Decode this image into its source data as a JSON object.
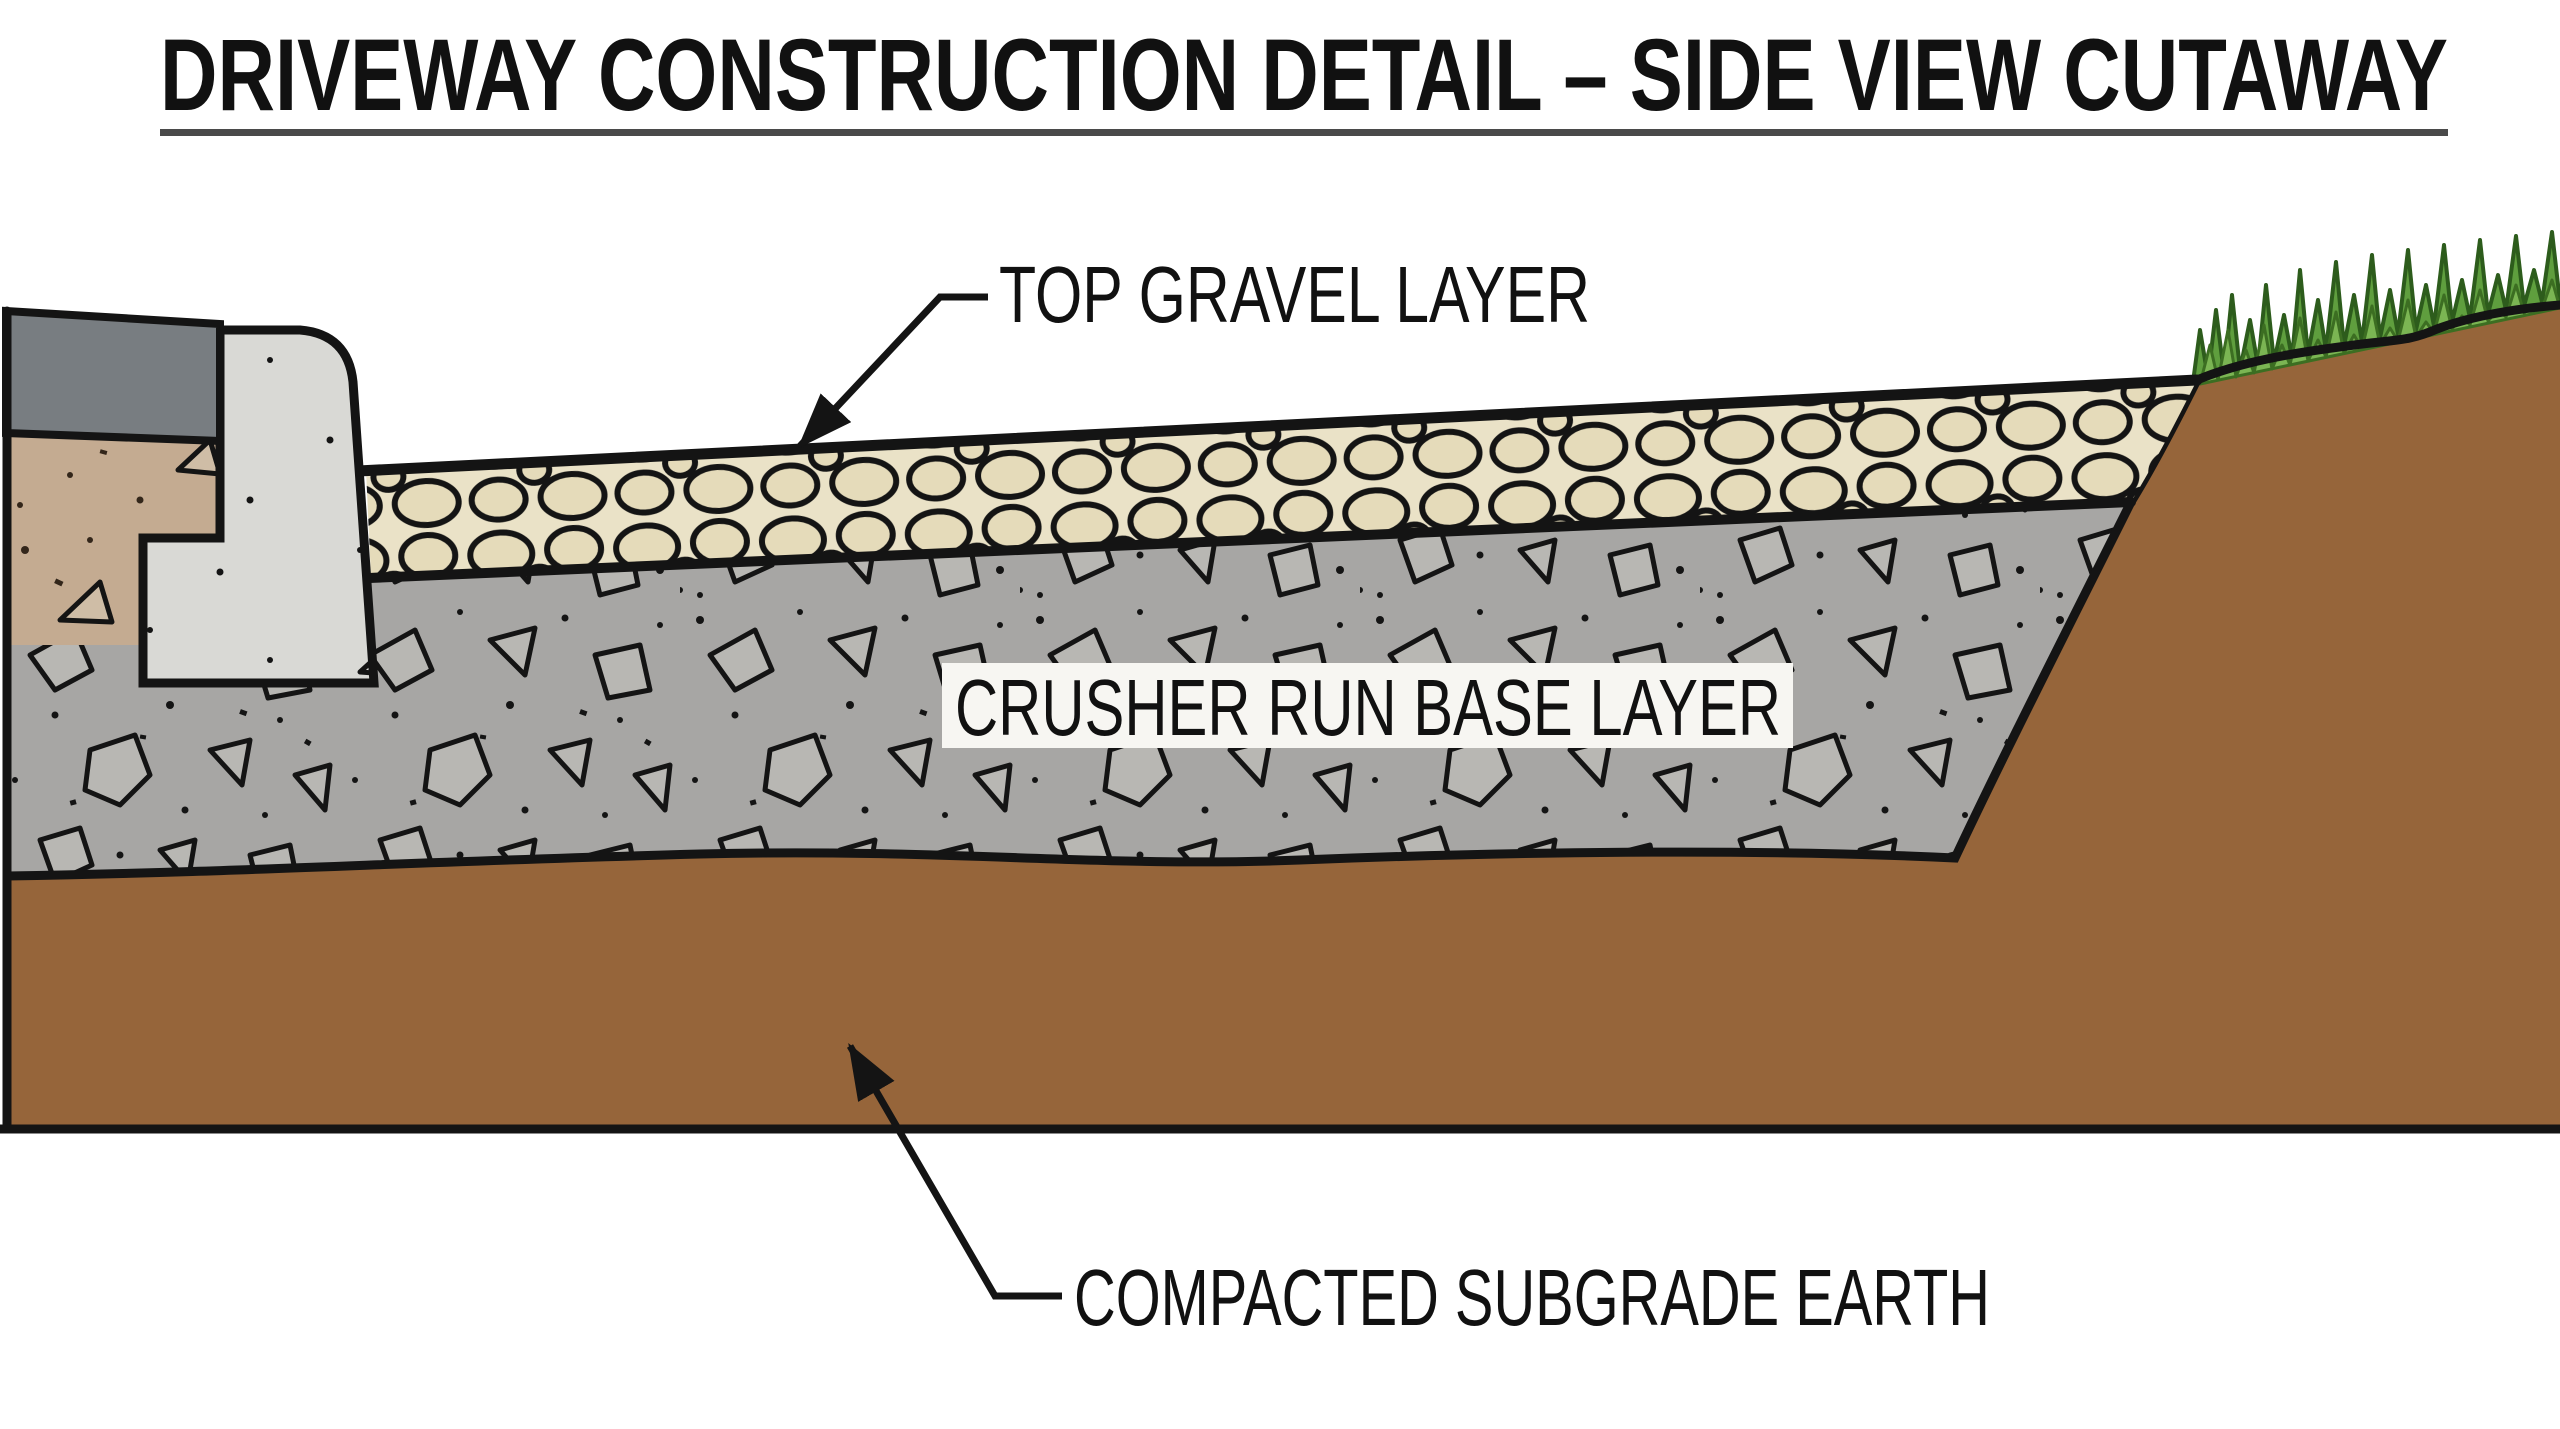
{
  "title": "DRIVEWAY CONSTRUCTION DETAIL – SIDE VIEW CUTAWAY",
  "callouts": {
    "top_gravel": "TOP GRAVEL LAYER",
    "crusher_run": "CRUSHER RUN BASE LAYER",
    "subgrade": "COMPACTED SUBGRADE EARTH"
  },
  "colors": {
    "background": "#ffffff",
    "earth_brown": "#96653a",
    "crusher_gray": "#a7a6a4",
    "crusher_stone": "#b8b7b3",
    "gravel_bed": "#eae2c7",
    "gravel_pebble": "#e5dbba",
    "concrete": "#d9d9d5",
    "slab_gray": "#787d81",
    "fill_tan": "#c4ab91",
    "tan_stone": "#cfbda6",
    "tan_speckle": "#33261a",
    "grass_green": "#5f9e3e",
    "grass_light": "#7bb553",
    "grass_outline": "#2d5c1c",
    "grass_light_outline": "#3c6e22",
    "line_black": "#141414",
    "label_bg": "#f7f6f2",
    "underline_gray": "#4a4a4a",
    "text": "#111111"
  }
}
